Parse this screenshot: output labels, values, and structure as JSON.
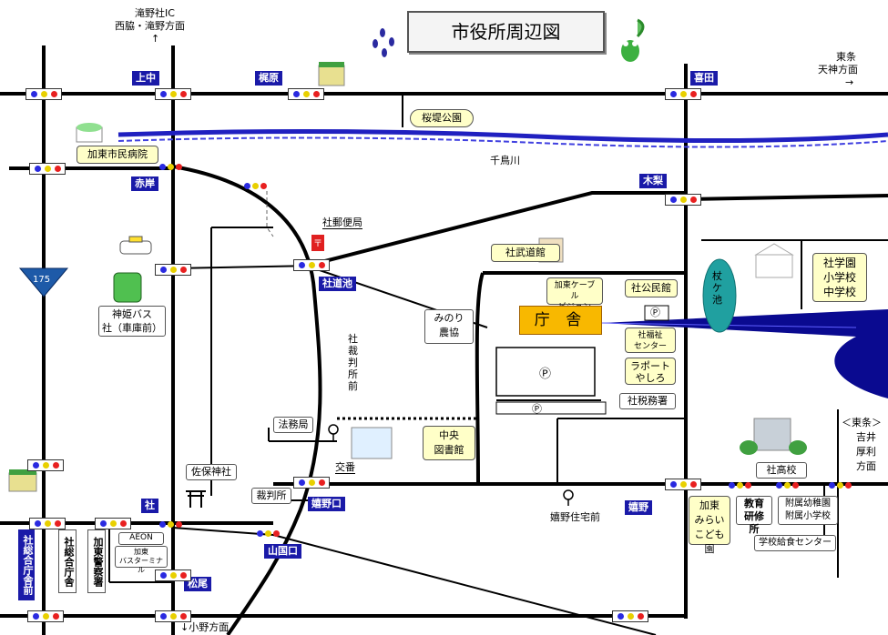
{
  "title": "市役所周辺図",
  "directions": {
    "north": "滝野社IC",
    "north2": "西脇・滝野方面",
    "north_arrow": "↑",
    "east": "東条",
    "east2": "天神方面",
    "east_arrow": "→",
    "south": "↓小野方面",
    "east_bracket": "＜東条＞",
    "east_b1": "吉井",
    "east_b2": "厚利",
    "east_b3": "方面"
  },
  "route": "175",
  "river": "千鳥川",
  "intersections": {
    "kaminaka": "上中",
    "kajiwara": "梶原",
    "kida": "喜田",
    "akagishi": "赤岸",
    "kinashi": "木梨",
    "yashiroike": "社道池",
    "yashiro": "社",
    "shinoguchi": "嬉野口",
    "yamakuniguchi": "山国口",
    "matsuo": "松尾",
    "ureshino": "嬉野"
  },
  "places": {
    "sakura": "桜堤公園",
    "hospital": "加東市民病院",
    "post": "社郵便局",
    "budokan": "社武道館",
    "cable": "加東ケーブル\nビジョン",
    "kominkan": "社公民館",
    "fukushi": "社福祉\nセンター",
    "raport": "ラポート\nやしろ",
    "zeimusho": "社税務署",
    "minori": "みのり\n農協",
    "chosha": "庁 舎",
    "parking": "Ⓟ",
    "library": "中央\n図書館",
    "court_front": "社裁判所前",
    "homukyoku": "法務局",
    "koban": "交番",
    "saho": "佐保神社",
    "saibansho": "裁判所",
    "bus": "神姫バス\n社（車庫前）",
    "tsueike": "杖ケ池",
    "gakuen": "社学園\n小学校\n中学校",
    "highschool": "社高校",
    "kodomoen": "加東\nみらい\nこども園",
    "kenshujo": "教育\n研修所",
    "fuzoku": "附属幼稚園\n附属小学校",
    "kyushoku": "学校給食センター",
    "ureshino_jutaku": "嬉野住宅前",
    "aeon": "AEON",
    "bus_terminal": "加東\nバスターミナル",
    "sogo_chosha": "社総合庁舎",
    "sogo_chosha_front": "社総合庁舎前",
    "police": "加東警察署"
  },
  "colors": {
    "road": "#000000",
    "river": "#2020c0",
    "tag": "#1a1aa8",
    "chosha": "#f8b800",
    "callout": "#0a0a90",
    "yellow_box": "#ffffc8"
  }
}
